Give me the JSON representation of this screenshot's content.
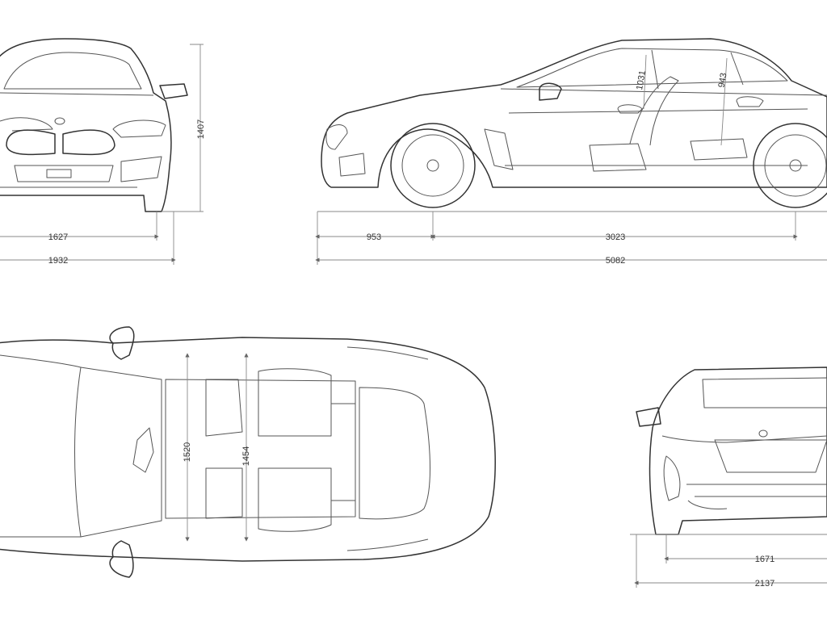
{
  "views": {
    "front": {
      "dimensions": {
        "track": "1627",
        "width": "1932",
        "height": "1407"
      }
    },
    "side": {
      "dimensions": {
        "front_overhang": "953",
        "wheelbase": "3023",
        "length": "5082",
        "headroom_front": "1031",
        "headroom_rear": "943"
      }
    },
    "top": {
      "dimensions": {
        "shoulder_front": "1520",
        "shoulder_rear": "1454"
      }
    },
    "rear": {
      "dimensions": {
        "track": "1671",
        "width": "2137"
      }
    }
  },
  "colors": {
    "line": "#333333",
    "dimension": "#888888",
    "background": "#ffffff"
  }
}
